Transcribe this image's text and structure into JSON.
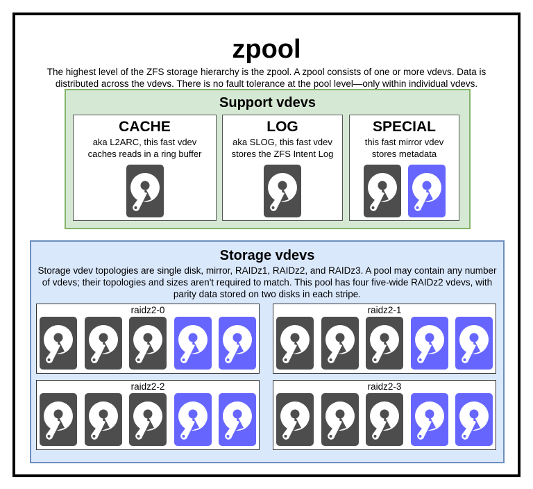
{
  "title": "zpool",
  "description": "The highest level of the ZFS storage hierarchy is the zpool. A zpool consists of one or more vdevs. Data is distributed across the vdevs. There is no fault tolerance at the pool level—only within individual vdevs.",
  "colors": {
    "frame_border": "#000000",
    "support_bg": "#d5e8d4",
    "support_border": "#82b366",
    "storage_bg": "#dae8fc",
    "storage_border": "#6c8ebf",
    "disk_data": "#4d4d4d",
    "disk_parity": "#6666ff"
  },
  "support": {
    "title": "Support vdevs",
    "cards": [
      {
        "title": "CACHE",
        "desc_line1": "aka L2ARC, this fast vdev",
        "desc_line2": "caches reads in a ring buffer",
        "disks": [
          "data"
        ]
      },
      {
        "title": "LOG",
        "desc_line1": "aka SLOG, this fast vdev",
        "desc_line2": "stores the ZFS Intent Log",
        "disks": [
          "data"
        ]
      },
      {
        "title": "SPECIAL",
        "desc_line1": "this fast mirror vdev",
        "desc_line2": "stores metadata",
        "disks": [
          "data",
          "parity"
        ]
      }
    ]
  },
  "storage": {
    "title": "Storage vdevs",
    "description": "Storage vdev topologies are single disk, mirror, RAIDz1, RAIDz2, and RAIDz3. A pool may contain any number of vdevs; their topologies and sizes aren't required to match. This pool has four five-wide RAIDz2 vdevs, with parity data stored on two disks in each stripe.",
    "vdevs": [
      {
        "label": "raidz2-0",
        "disks": [
          "data",
          "data",
          "data",
          "parity",
          "parity"
        ]
      },
      {
        "label": "raidz2-1",
        "disks": [
          "data",
          "data",
          "data",
          "parity",
          "parity"
        ]
      },
      {
        "label": "raidz2-2",
        "disks": [
          "data",
          "data",
          "data",
          "parity",
          "parity"
        ]
      },
      {
        "label": "raidz2-3",
        "disks": [
          "data",
          "data",
          "data",
          "parity",
          "parity"
        ]
      }
    ]
  },
  "icons": {
    "disk": "hard-drive-icon"
  }
}
